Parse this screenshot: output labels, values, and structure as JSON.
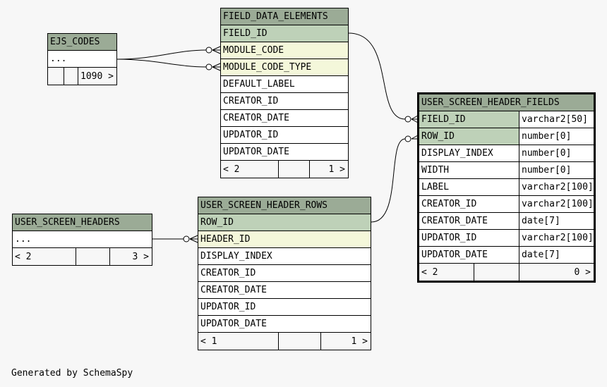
{
  "footer": "Generated by SchemaSpy",
  "tables": {
    "ejs_codes": {
      "name": "EJS_CODES",
      "ellipsis": "...",
      "parents": "",
      "children": "1090 >"
    },
    "field_data_elements": {
      "name": "FIELD_DATA_ELEMENTS",
      "columns": [
        "FIELD_ID",
        "MODULE_CODE",
        "MODULE_CODE_TYPE",
        "DEFAULT_LABEL",
        "CREATOR_ID",
        "CREATOR_DATE",
        "UPDATOR_ID",
        "UPDATOR_DATE"
      ],
      "parents": "< 2",
      "children": "1 >"
    },
    "user_screen_headers": {
      "name": "USER_SCREEN_HEADERS",
      "ellipsis": "...",
      "parents": "< 2",
      "children": "3 >"
    },
    "user_screen_header_rows": {
      "name": "USER_SCREEN_HEADER_ROWS",
      "columns": [
        "ROW_ID",
        "HEADER_ID",
        "DISPLAY_INDEX",
        "CREATOR_ID",
        "CREATOR_DATE",
        "UPDATOR_ID",
        "UPDATOR_DATE"
      ],
      "parents": "< 1",
      "children": "1 >"
    },
    "user_screen_header_fields": {
      "name": "USER_SCREEN_HEADER_FIELDS",
      "columns": [
        {
          "name": "FIELD_ID",
          "type": "varchar2[50]"
        },
        {
          "name": "ROW_ID",
          "type": "number[0]"
        },
        {
          "name": "DISPLAY_INDEX",
          "type": "number[0]"
        },
        {
          "name": "WIDTH",
          "type": "number[0]"
        },
        {
          "name": "LABEL",
          "type": "varchar2[100]"
        },
        {
          "name": "CREATOR_ID",
          "type": "varchar2[100]"
        },
        {
          "name": "CREATOR_DATE",
          "type": "date[7]"
        },
        {
          "name": "UPDATOR_ID",
          "type": "varchar2[100]"
        },
        {
          "name": "UPDATOR_DATE",
          "type": "date[7]"
        }
      ],
      "parents": "< 2",
      "children": "0 >"
    }
  },
  "colors": {
    "header": "#9bab96",
    "primary_key": "#bed1b8",
    "foreign_key": "#f4f7da",
    "background": "#f7f7f7"
  }
}
